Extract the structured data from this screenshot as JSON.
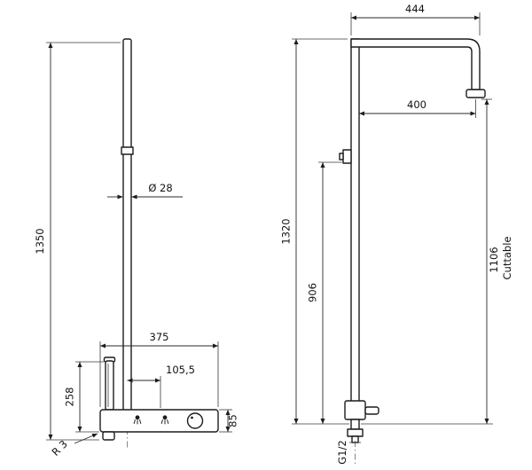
{
  "drawing": {
    "ink_color": "#1c1c1c",
    "background_color": "#ffffff",
    "front_view": {
      "overall_height": "1350",
      "pipe_diameter": "Ø 28",
      "panel_width": "375",
      "outlet_offset": "105,5",
      "handset_drop": "258",
      "panel_height": "85",
      "corner_radius": "R 3"
    },
    "side_view": {
      "arm_overall": "444",
      "arm_projection": "400",
      "column_height": "1320",
      "bracket_height": "906",
      "cuttable_length": "1106",
      "cuttable_label": "Cuttable",
      "thread": "G1/2"
    },
    "icons": [
      "hand-shower-spray-icon",
      "overhead-shower-spray-icon",
      "control-knob"
    ]
  }
}
